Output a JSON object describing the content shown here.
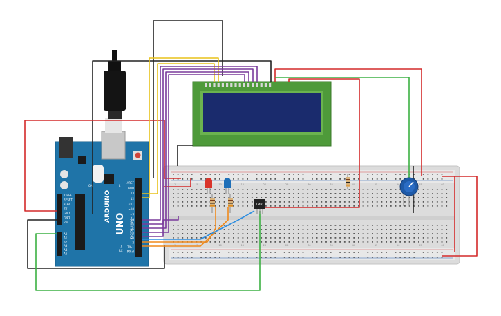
{
  "arduino": {
    "brand": "ARDUINO",
    "model": "UNO",
    "digital_label": "DIGITAL (PWM~)",
    "power_header": "POWER",
    "analog_header": "ANALOG IN",
    "power_pins": [
      "IOREF",
      "RESET",
      "3.3V",
      "5V",
      "GND",
      "GND",
      "Vin"
    ],
    "analog_pins": [
      "A0",
      "A1",
      "A2",
      "A3",
      "A4",
      "A5"
    ],
    "top_pins": [
      "AREF",
      "GND",
      "13",
      "12",
      "~11",
      "~10",
      "~9",
      "8"
    ],
    "mid_pins": [
      "7",
      "~6",
      "~5",
      "4",
      "~3",
      "2",
      "TX▸1",
      "RX◂0"
    ],
    "tx_label": "TX",
    "rx_label": "RX",
    "l_label": "L",
    "on_label": "ON"
  },
  "sensor": {
    "label": "TMP"
  },
  "breadboard": {
    "col_numbers": [
      "1",
      "5",
      "10",
      "15",
      "20",
      "25",
      "30",
      "35",
      "40",
      "45",
      "50",
      "55",
      "60"
    ]
  },
  "colors": {
    "red": "#d42a2a",
    "black": "#222222",
    "green": "#3cb043",
    "yellow": "#e8c21a",
    "purple": "#7a3b9c",
    "orange": "#f08a1c",
    "blue": "#2f8ee0",
    "board": "#1f74a8",
    "lcd_green": "#4e9a3a",
    "lcd_screen": "#1a2b6d"
  }
}
